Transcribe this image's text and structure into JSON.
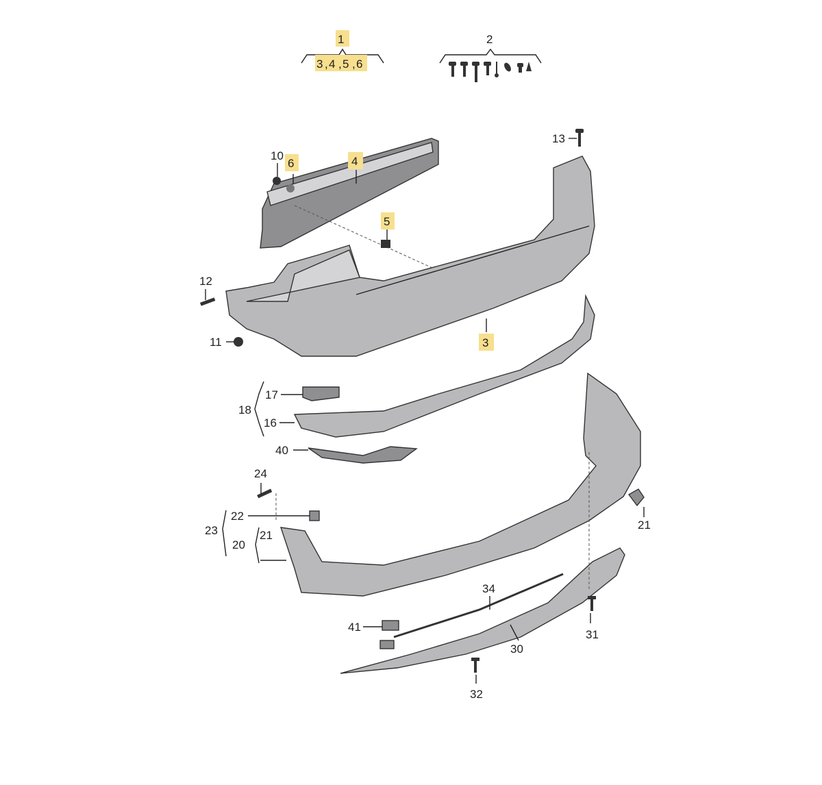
{
  "diagram": {
    "title": "Rear bumper exploded parts diagram",
    "highlight_color": "#f7df8e",
    "callouts": {
      "p1": "1",
      "p1_sub": [
        "3",
        "4",
        "5",
        "6"
      ],
      "sep": ",",
      "p2": "2",
      "p3": "3",
      "p4": "4",
      "p5": "5",
      "p6": "6",
      "p10": "10",
      "p11": "11",
      "p12": "12",
      "p13": "13",
      "p16": "16",
      "p17": "17",
      "p18": "18",
      "p20": "20",
      "p21a": "21",
      "p21b": "21",
      "p22": "22",
      "p23": "23",
      "p24": "24",
      "p30": "30",
      "p31": "31",
      "p32": "32",
      "p34": "34",
      "p40": "40",
      "p41": "41"
    },
    "highlighted": [
      "1",
      "3",
      "4",
      "5",
      "6"
    ]
  }
}
